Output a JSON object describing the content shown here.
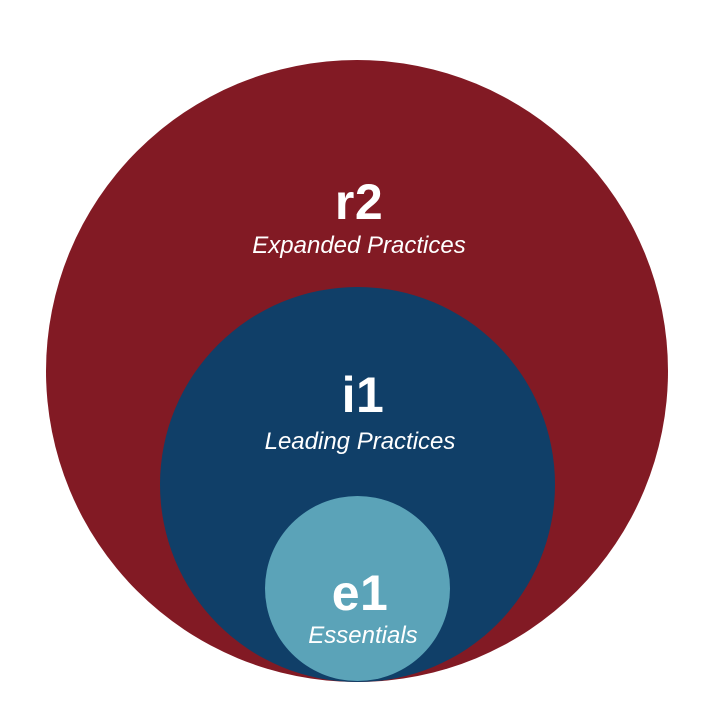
{
  "colors": {
    "outer": "#821a24",
    "middle": "#103f68",
    "inner": "#5ba3b8"
  },
  "tiers": {
    "outer": {
      "code": "r2",
      "name": "Expanded Practices"
    },
    "middle": {
      "code": "i1",
      "name": "Leading Practices"
    },
    "inner": {
      "code": "e1",
      "name": "Essentials"
    }
  }
}
